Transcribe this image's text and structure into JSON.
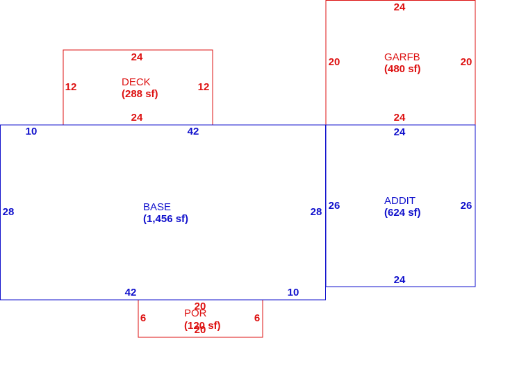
{
  "colors": {
    "base_color": "#1010cc",
    "addition_color": "#dd1111"
  },
  "areas": {
    "deck": {
      "name": "DECK",
      "area": "(288 sf)",
      "color": "#dd1111",
      "dims": {
        "top": "24",
        "bottom": "24",
        "left": "12",
        "right": "12"
      }
    },
    "garfb": {
      "name": "GARFB",
      "area": "(480 sf)",
      "color": "#dd1111",
      "dims": {
        "top": "24",
        "bottom": "24",
        "left": "20",
        "right": "20"
      }
    },
    "base": {
      "name": "BASE",
      "area": "(1,456 sf)",
      "color": "#1010cc",
      "dims": {
        "top_left": "10",
        "top": "42",
        "left": "28",
        "right": "28",
        "bottom": "42",
        "bottom_right": "10"
      }
    },
    "addit": {
      "name": "ADDIT",
      "area": "(624 sf)",
      "color": "#1010cc",
      "dims": {
        "top": "24",
        "bottom": "24",
        "left": "26",
        "right": "26"
      }
    },
    "por": {
      "name": "POR",
      "area": "(120 sf)",
      "color": "#dd1111",
      "dims": {
        "top": "20",
        "bottom": "20",
        "left": "6",
        "right": "6"
      }
    }
  }
}
